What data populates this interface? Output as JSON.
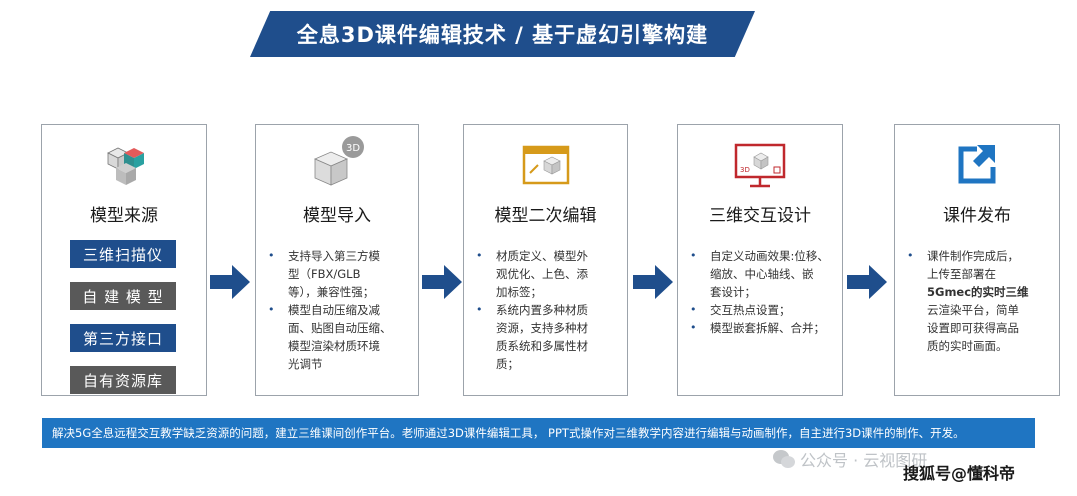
{
  "header": {
    "title": "全息3D课件编辑技术 / 基于虚幻引擎构建"
  },
  "cards": [
    {
      "title": "模型来源",
      "icon": "cubes-icon",
      "sources": [
        "三维扫描仪",
        "自 建 模 型",
        "第三方接口",
        "自有资源库"
      ]
    },
    {
      "title": "模型导入",
      "icon": "3d-cube-icon",
      "icon_badge": "3D",
      "bullets": [
        [
          "支持导入第三方模",
          "型（FBX/GLB",
          "等），兼容性强；"
        ],
        [
          "模型自动压缩及减",
          "面、贴图自动压缩、",
          "模型渲染材质环境",
          "光调节"
        ]
      ]
    },
    {
      "title": "模型二次编辑",
      "icon": "edit-window-icon",
      "bullets": [
        [
          "材质定义、模型外",
          "观优化、上色、添",
          "加标签；"
        ],
        [
          "系统内置多种材质",
          "资源，支持多种材",
          "质系统和多属性材",
          "质；"
        ]
      ]
    },
    {
      "title": "三维交互设计",
      "icon": "interactive-screen-icon",
      "icon_badge": "3D",
      "bullets": [
        [
          "自定义动画效果:位移、",
          "缩放、中心轴线、嵌",
          "套设计；"
        ],
        [
          "交互热点设置；"
        ],
        [
          "模型嵌套拆解、合并；"
        ]
      ]
    },
    {
      "title": "课件发布",
      "icon": "publish-icon",
      "bullets": [
        [
          "课件制作完成后，",
          "上传至部署在",
          "5Gmec的实时三维",
          "云渲染平台，简单",
          "设置即可获得高品",
          "质的实时画面。"
        ]
      ]
    }
  ],
  "footer": {
    "text": "解决5G全息远程交互教学缺乏资源的问题，建立三维课间创作平台。老师通过3D课件编辑工具， PPT式操作对三维教学内容进行编辑与动画制作，自主进行3D课件的制作、开发。"
  },
  "watermark": {
    "wechat": "公众号 · 云视图研",
    "sohu": "搜狐号@懂科帝"
  },
  "colors": {
    "accent": "#1f4e8c",
    "bar": "#1f75c2",
    "gray_btn": "#595959",
    "red": "#c0282d"
  }
}
